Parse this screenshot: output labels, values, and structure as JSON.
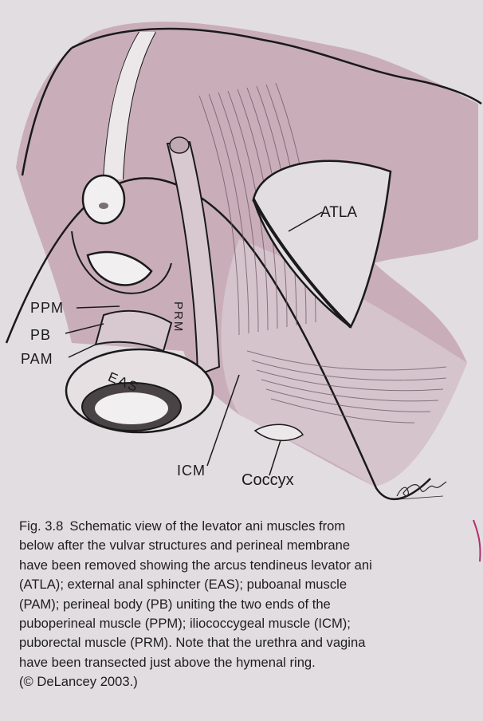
{
  "figure": {
    "labels": {
      "atla": "ATLA",
      "ppm": "PPM",
      "pb": "PB",
      "pam": "PAM",
      "eas": "EAS",
      "prm": "PRM",
      "icm": "ICM",
      "coccyx": "Coccyx"
    },
    "signature": "DeLancey",
    "colors": {
      "muscle_tint": "#c9aeba",
      "paper": "#e2dde0",
      "ink": "#1a1a1a",
      "edge_mark": "#b0306a"
    }
  },
  "caption": {
    "fig_number": "Fig. 3.8",
    "lines": [
      "Schematic view of the levator ani muscles from",
      "below after the vulvar structures and perineal membrane",
      "have been removed showing the arcus tendineus levator ani",
      "(ATLA); external anal sphincter (EAS); puboanal muscle",
      "(PAM); perineal body (PB) uniting the two ends of the",
      "puboperineal muscle (PPM); iliococcygeal muscle (ICM);",
      "puborectal muscle (PRM). Note that the urethra and vagina",
      "have been transected just above the hymenal ring.",
      "(© DeLancey 2003.)"
    ]
  }
}
